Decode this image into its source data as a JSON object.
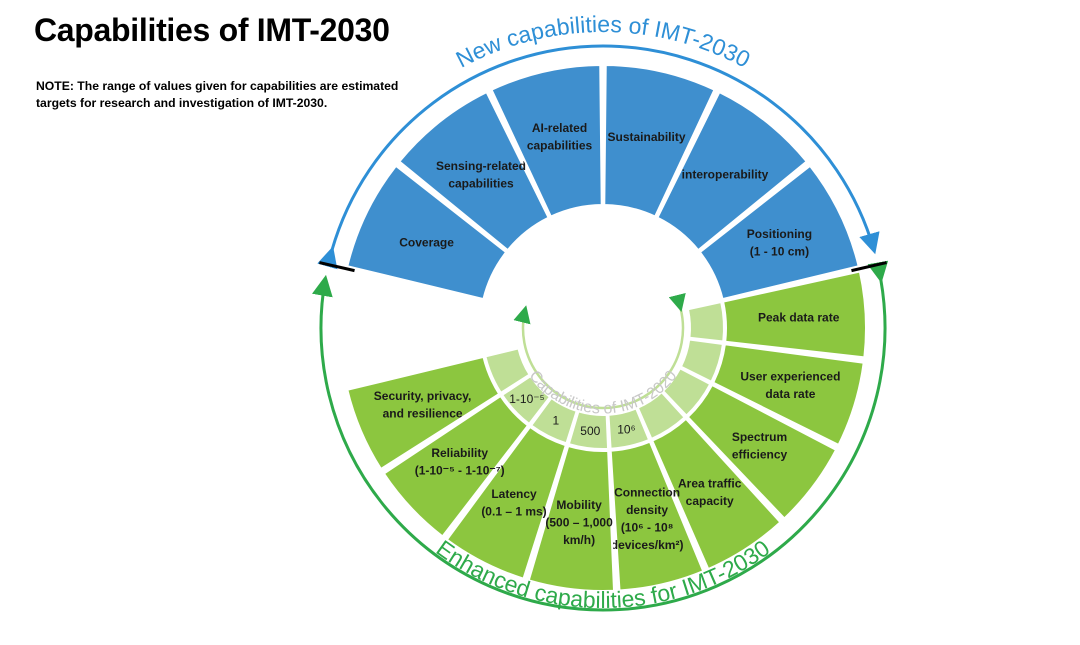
{
  "title": "Capabilities of IMT-2030",
  "note": "NOTE: The range of values given for capabilities are estimated targets for research and investigation of IMT-2030.",
  "colors": {
    "blue": "#3f8fce",
    "green": "#8cc63f",
    "inner_green": "#bfdf96",
    "blue_arrow": "#2e8fd6",
    "green_arrow": "#2eaa4a",
    "center_text": "#c8c8c8"
  },
  "arc_labels": {
    "new": "New capabilities of IMT-2030",
    "enhanced": "Enhanced capabilities for IMT-2030",
    "center": "Capabilities of IMT-2020"
  },
  "new_capabilities": [
    {
      "lines": [
        "Coverage"
      ]
    },
    {
      "lines": [
        "Sensing-related",
        "capabilities"
      ]
    },
    {
      "lines": [
        "AI-related",
        "capabilities"
      ]
    },
    {
      "lines": [
        "Sustainability"
      ]
    },
    {
      "lines": [
        "interoperability"
      ]
    },
    {
      "lines": [
        "Positioning",
        "(1 - 10 cm)"
      ]
    }
  ],
  "enhanced_capabilities": [
    {
      "lines": [
        "Peak data rate"
      ],
      "imt2020": ""
    },
    {
      "lines": [
        "User experienced",
        "data rate"
      ],
      "imt2020": ""
    },
    {
      "lines": [
        "Spectrum",
        "efficiency"
      ],
      "imt2020": ""
    },
    {
      "lines": [
        "Area traffic",
        "capacity"
      ],
      "imt2020": ""
    },
    {
      "lines": [
        "Connection",
        "density",
        "(10⁶ -  10⁸",
        "devices/km²)"
      ],
      "imt2020": "10⁶"
    },
    {
      "lines": [
        "Mobility",
        "(500 – 1,000",
        "km/h)"
      ],
      "imt2020": "500"
    },
    {
      "lines": [
        "Latency",
        "(0.1 – 1 ms)"
      ],
      "imt2020": "1"
    },
    {
      "lines": [
        "Reliability",
        "(1-10⁻⁵ - 1-10⁻⁷)"
      ],
      "imt2020": "1-10⁻⁵"
    },
    {
      "lines": [
        "Security, privacy,",
        "and resilience"
      ],
      "imt2020": ""
    }
  ]
}
